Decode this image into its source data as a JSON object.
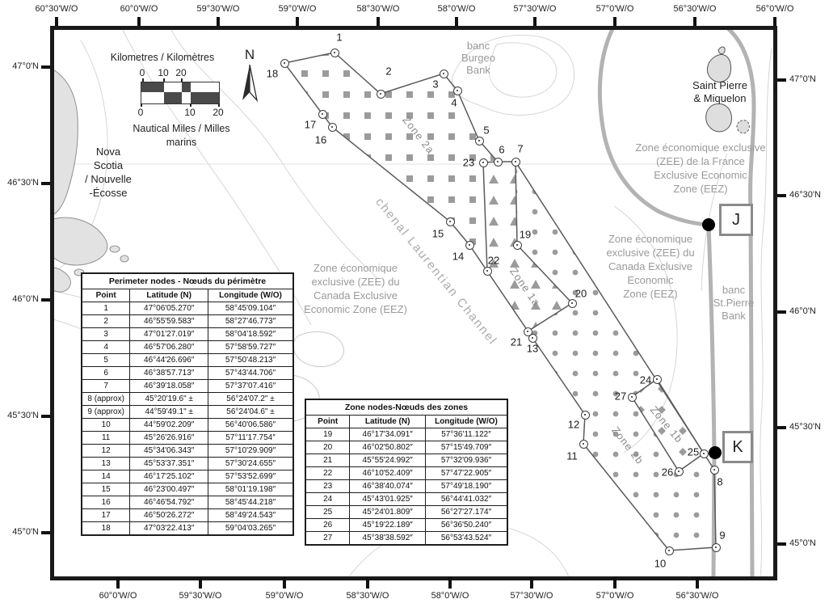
{
  "axes": {
    "top": [
      "60°30'W/O",
      "60°0'W/O",
      "59°30'W/O",
      "59°0'W/O",
      "58°30'W/O",
      "58°0'W/O",
      "57°30'W/O",
      "57°0'W/O",
      "56°30'W/O",
      "56°0'W/O"
    ],
    "bottom": [
      "60°0'W/O",
      "59°30'W/O",
      "59°0'W/O",
      "58°30'W/O",
      "58°0'W/O",
      "57°30'W/O",
      "57°0'W/O",
      "56°30'W/O"
    ],
    "left": [
      "47°0'N",
      "46°30'N",
      "46°0'N",
      "45°30'N",
      "45°0'N"
    ],
    "right": [
      "47°0'N",
      "46°30'N",
      "46°0'N",
      "45°30'N",
      "45°0'N"
    ]
  },
  "scalebar": {
    "km_label": "Kilometres / Kilomètres",
    "nm_label": "Nautical Miles / Milles marins",
    "km_ticks": [
      "0",
      "10",
      "20"
    ],
    "nm_ticks": [
      "0",
      "10",
      "20"
    ]
  },
  "north_label": "N",
  "map_labels": {
    "nova_scotia": "Nova\nScotia\n/ Nouvelle\n-Écosse",
    "burgeo_bank": "banc\nBurgeo\nBank",
    "saint_pierre": "Saint Pierre\n& Miquelon",
    "eez_france": "Zone économique exclusive\n(ZEE) de la France\nExclusive Economic\nZone (EEZ)",
    "eez_canada_right": "Zone économique\nexclusive (ZEE) du\nCanada Exclusive\nEconomic\nZone (EEZ)",
    "eez_canada_left": "Zone économique\nexclusive (ZEE) du\nCanada Exclusive\nEconomic Zone (EEZ)",
    "st_pierre_bank": "banc\nSt.Pierre\nBank",
    "laurentian_channel": "chenal Laurentian Channel",
    "zone_2a": "Zone 2a",
    "zone_1a": "Zone 1a",
    "zone_1b": "Zone 1b",
    "zone_2b": "Zone 2b",
    "point_j": "J",
    "point_k": "K"
  },
  "points": [
    "1",
    "2",
    "3",
    "4",
    "5",
    "6",
    "7",
    "8",
    "9",
    "10",
    "11",
    "12",
    "13",
    "14",
    "15",
    "16",
    "17",
    "18",
    "19",
    "20",
    "21",
    "22",
    "23",
    "24",
    "25",
    "26",
    "27"
  ],
  "tables": {
    "perimeter": {
      "title": "Perimeter nodes - Nœuds du périmètre",
      "headers": [
        "Point",
        "Latitude (N)",
        "Longitude (W/O)"
      ],
      "rows": [
        [
          "1",
          "47°06'05.270″",
          "58°45'09.104″"
        ],
        [
          "2",
          "46°55'59.583″",
          "58°27'46.773″"
        ],
        [
          "3",
          "47°01'27.019″",
          "58°04'18.592″"
        ],
        [
          "4",
          "46°57'06.280″",
          "57°58'59.727″"
        ],
        [
          "5",
          "46°44'26.696″",
          "57°50'48.213″"
        ],
        [
          "6",
          "46°38'57.713″",
          "57°43'44.706″"
        ],
        [
          "7",
          "46°39'18.058″",
          "57°37'07.416″"
        ],
        [
          "8 (approx)",
          "45°20'19.6\" ±",
          "56°24'07.2\" ±"
        ],
        [
          "9 (approx)",
          "44°59'49.1\" ±",
          "56°24'04.6\" ±"
        ],
        [
          "10",
          "44°59'02.209″",
          "56°40'06.586″"
        ],
        [
          "11",
          "45°26'26.916″",
          "57°11'17.754″"
        ],
        [
          "12",
          "45°34'06.343″",
          "57°10'29.909″"
        ],
        [
          "13",
          "45°53'37.351″",
          "57°30'24.655″"
        ],
        [
          "14",
          "46°17'25.102″",
          "57°53'52.699″"
        ],
        [
          "15",
          "46°23'00.497″",
          "58°01'19.198″"
        ],
        [
          "16",
          "46°46'54.792″",
          "58°45'44.218″"
        ],
        [
          "17",
          "46°50'26.272″",
          "58°49'24.543″"
        ],
        [
          "18",
          "47°03'22.413″",
          "59°04'03.265″"
        ]
      ]
    },
    "zones": {
      "title": "Zone nodes-Nœuds des zones",
      "headers": [
        "Point",
        "Latitude (N)",
        "Longitude (W/O)"
      ],
      "rows": [
        [
          "19",
          "46°17'34.091″",
          "57°36'11.122″"
        ],
        [
          "20",
          "46°02'50.802″",
          "57°15'49.709″"
        ],
        [
          "21",
          "45°55'24.992″",
          "57°32'09.936″"
        ],
        [
          "22",
          "46°10'52.409″",
          "57°47'22.905″"
        ],
        [
          "23",
          "46°38'40.074″",
          "57°49'18.190″"
        ],
        [
          "24",
          "45°43'01.925″",
          "56°44'41.032″"
        ],
        [
          "25",
          "45°24'01.809″",
          "56°27'27.174″"
        ],
        [
          "26",
          "45°19'22.189″",
          "56°36'50.240″"
        ],
        [
          "27",
          "45°38'38.592″",
          "56°53'43.524″"
        ]
      ]
    }
  }
}
